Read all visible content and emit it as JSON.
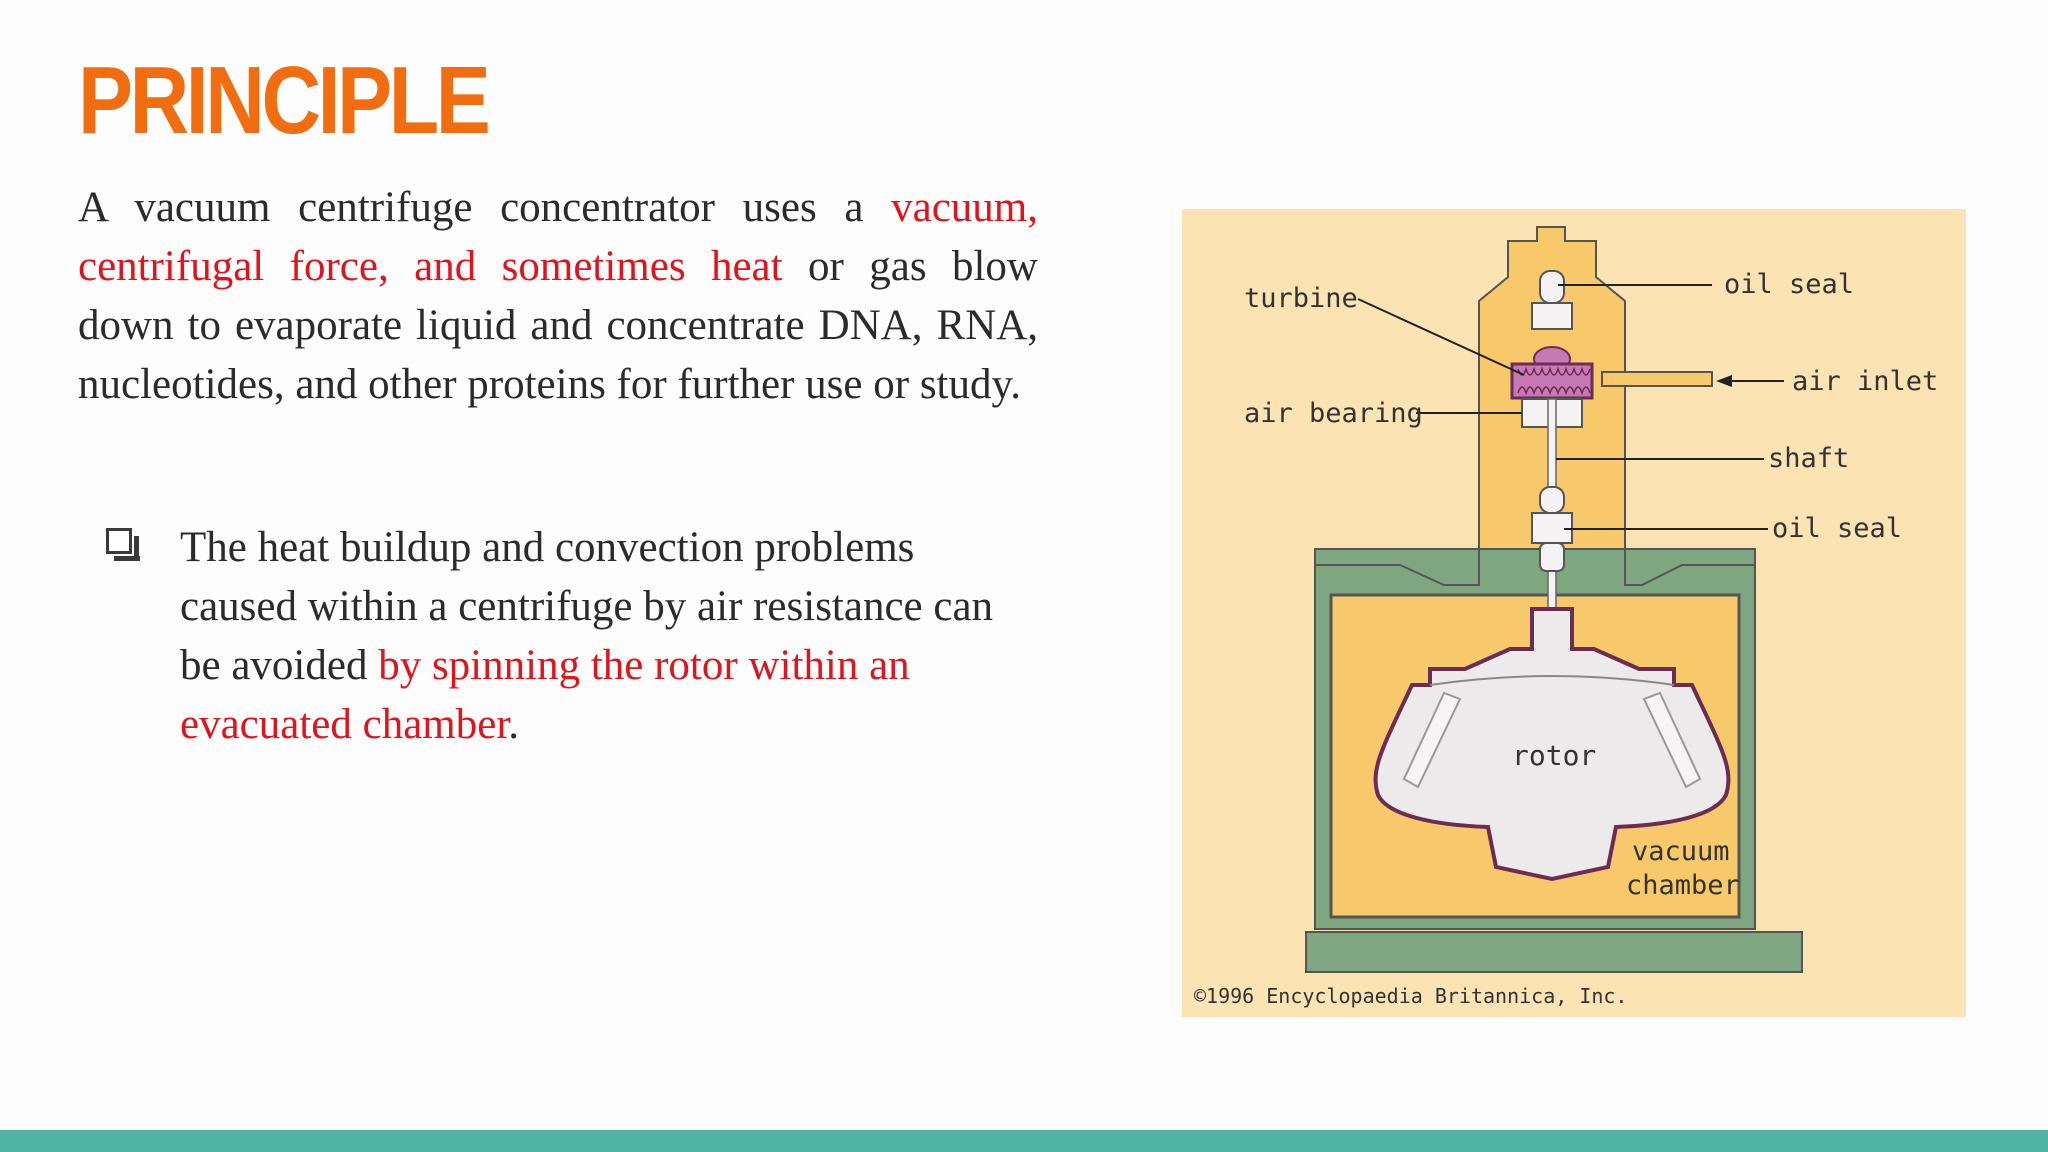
{
  "slide": {
    "title": "PRINCIPLE",
    "paragraph": {
      "part1": "A vacuum centrifuge concentrator uses a ",
      "highlight": "vacuum, centrifugal force, and sometimes heat",
      "part2": " or gas blow down to evaporate liquid and concentrate DNA, RNA, nucleotides, and other proteins for further use or study."
    },
    "bullet": {
      "part1": "The heat buildup and convection problems caused within a centrifuge by air resistance can be avoided ",
      "highlight": "by spinning the rotor within an evacuated chamber",
      "part2": "."
    }
  },
  "diagram": {
    "labels": {
      "turbine": "turbine",
      "air_bearing": "air bearing",
      "oil_seal_top": "oil seal",
      "air_inlet": "air inlet",
      "shaft": "shaft",
      "oil_seal_bottom": "oil seal",
      "rotor": "rotor",
      "vacuum": "vacuum",
      "chamber": "chamber"
    },
    "copyright": "©1996 Encyclopaedia Britannica, Inc.",
    "colors": {
      "background": "#fbe3b4",
      "housing": "#f8c96a",
      "green": "#7fa77f",
      "outline": "#6b2c55",
      "rotor": "#eceaea"
    }
  },
  "theme": {
    "title_color": "#f26d0f",
    "highlight_color": "#e0141c",
    "bar_color": "#4fb3a4"
  }
}
